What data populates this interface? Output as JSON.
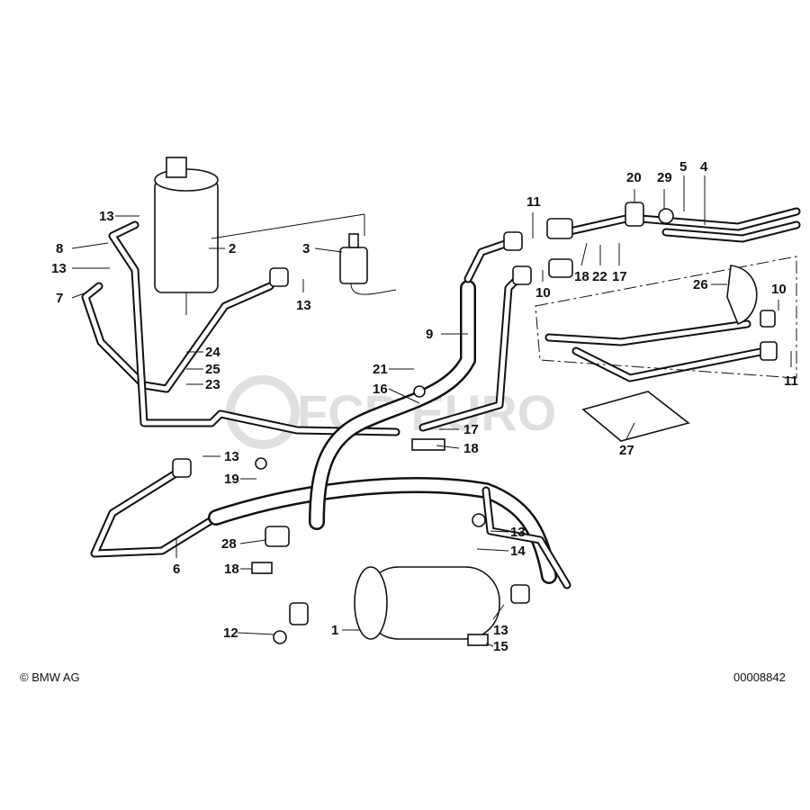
{
  "diagram": {
    "callouts": [
      "13",
      "8",
      "13",
      "7",
      "2",
      "3",
      "13",
      "24",
      "25",
      "23",
      "11",
      "20",
      "29",
      "5",
      "4",
      "18",
      "22",
      "17",
      "10",
      "26",
      "10",
      "11",
      "9",
      "21",
      "16",
      "17",
      "18",
      "27",
      "13",
      "19",
      "28",
      "18",
      "6",
      "13",
      "14",
      "12",
      "1",
      "13",
      "15"
    ],
    "watermark": "FCP EURO",
    "copyright": "© BMW AG",
    "diagram_number": "00008842"
  }
}
